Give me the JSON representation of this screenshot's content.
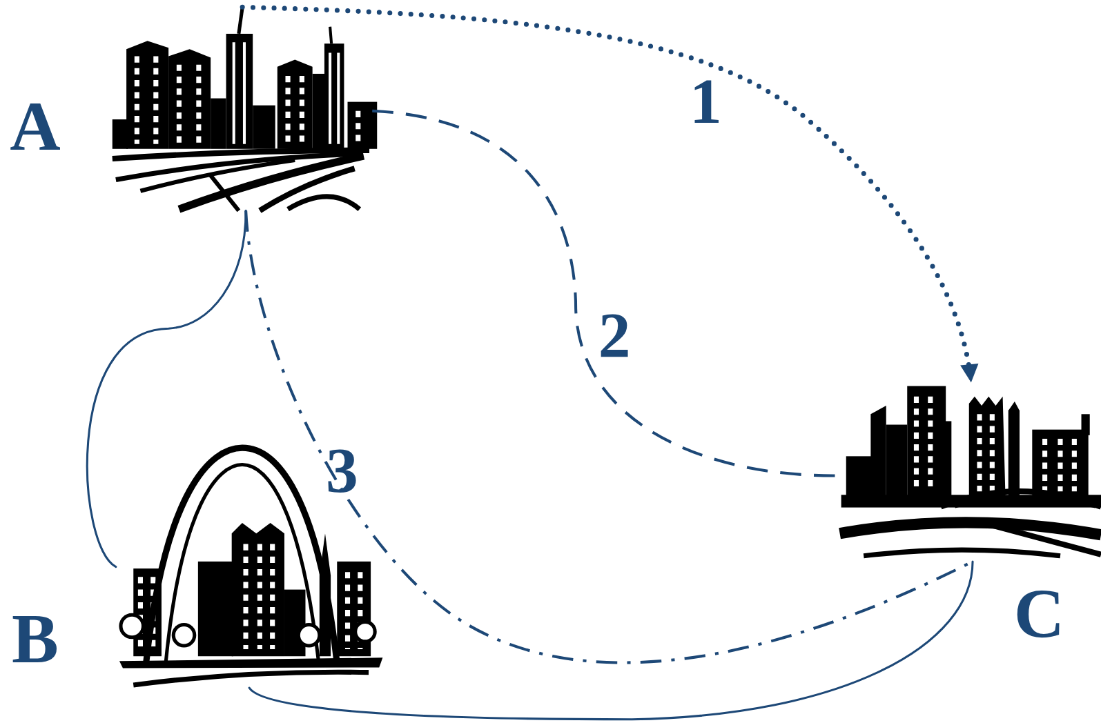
{
  "diagram": {
    "nodes": [
      {
        "text": [
          "A"
        ]
      },
      {
        "text": [
          "B"
        ]
      },
      {
        "text": [
          "C"
        ]
      }
    ],
    "edges": [
      {
        "from": 0,
        "to": 2,
        "arrow": "to",
        "label": "1"
      },
      {
        "from": 0,
        "to": 2,
        "arrow": "none",
        "label": "2"
      },
      {
        "from": 0,
        "to": 2,
        "arrow": "none",
        "label": "3"
      },
      {
        "from": 0,
        "to": 1,
        "arrow": "none"
      },
      {
        "from": 1,
        "to": 2,
        "arrow": "none"
      }
    ]
  }
}
